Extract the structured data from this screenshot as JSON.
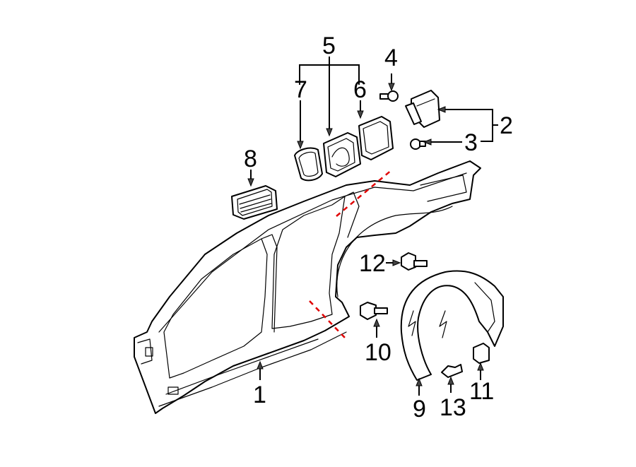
{
  "diagram": {
    "callouts": [
      {
        "id": "1",
        "label": "1"
      },
      {
        "id": "2",
        "label": "2"
      },
      {
        "id": "3",
        "label": "3"
      },
      {
        "id": "4",
        "label": "4"
      },
      {
        "id": "5",
        "label": "5"
      },
      {
        "id": "6",
        "label": "6"
      },
      {
        "id": "7",
        "label": "7"
      },
      {
        "id": "8",
        "label": "8"
      },
      {
        "id": "9",
        "label": "9"
      },
      {
        "id": "10",
        "label": "10"
      },
      {
        "id": "11",
        "label": "11"
      },
      {
        "id": "12",
        "label": "12"
      },
      {
        "id": "13",
        "label": "13"
      }
    ],
    "colors": {
      "line": "#000000",
      "cut_line": "#e00000",
      "background": "#ffffff"
    }
  }
}
